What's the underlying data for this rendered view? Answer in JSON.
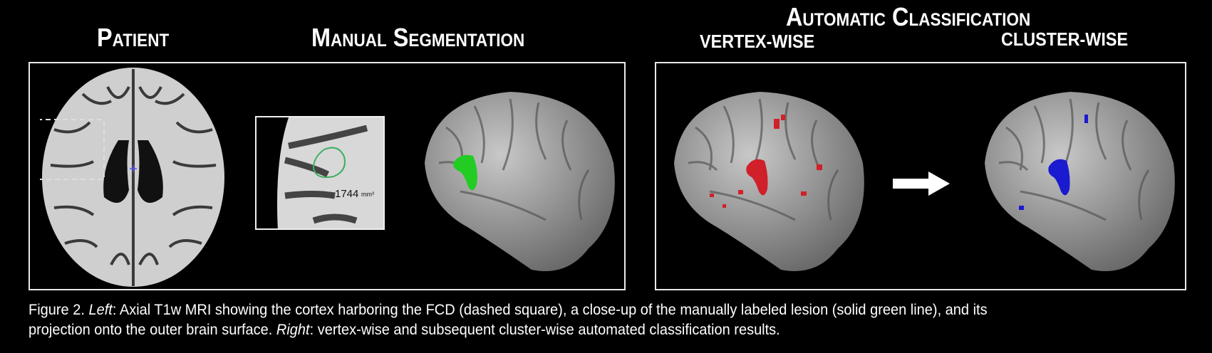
{
  "headers": {
    "patient": "Patient",
    "manual_segmentation": "Manual Segmentation",
    "automatic_classification": "Automatic Classification",
    "vertex_wise": "vertex-wise",
    "cluster_wise": "cluster-wise"
  },
  "inset": {
    "volume_value": "1744",
    "volume_unit": "mm³"
  },
  "caption": {
    "figure_label": "Figure 2.",
    "left_label": "Left",
    "left_text": ": Axial T1w MRI showing the cortex harboring the FCD (dashed square), a close-up of the manually labeled lesion (solid green line), and its",
    "left_text_2": "projection onto the outer brain surface. ",
    "right_label": "Right",
    "right_text": ": vertex-wise and subsequent cluster-wise automated classification results."
  },
  "colors": {
    "manual_lesion": "#22cc22",
    "vertex_wise": "#d0202a",
    "cluster_wise": "#1a1ad0"
  }
}
